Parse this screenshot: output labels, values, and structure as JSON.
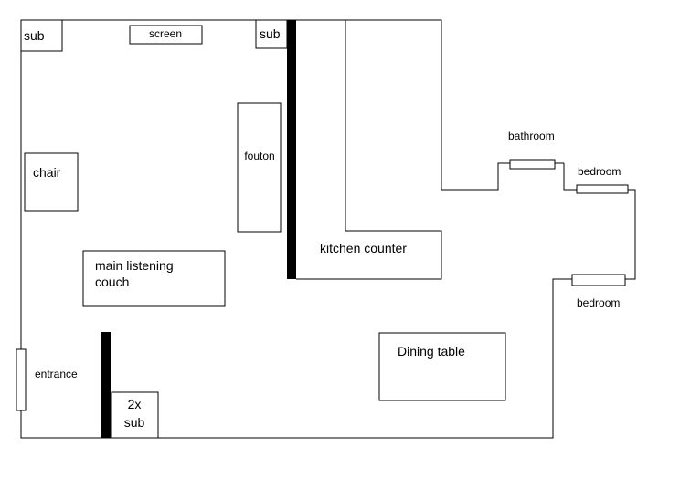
{
  "labels": {
    "sub_left": "sub",
    "screen": "screen",
    "sub_right": "sub",
    "chair": "chair",
    "fouton": "fouton",
    "main_couch_line1": "main listening",
    "main_couch_line2": "couch",
    "kitchen_counter": "kitchen counter",
    "bathroom": "bathroom",
    "bedroom_upper": "bedroom",
    "bedroom_lower": "bedroom",
    "entrance": "entrance",
    "dining_table": "Dining table",
    "sub_2x_line1": "2x",
    "sub_2x_line2": "sub"
  },
  "colors": {
    "line": "#000000",
    "background": "#ffffff"
  }
}
